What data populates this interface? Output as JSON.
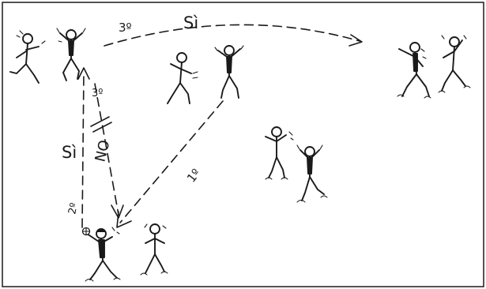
{
  "labels": {
    "top_pass_number": "3º",
    "top_pass_word": "Sì",
    "back_pass_number": "3º",
    "first_pass_number": "1º",
    "second_pass_number": "2º",
    "up_pass_word": "Sì",
    "down_pass_word": "NO"
  },
  "colors": {
    "ink": "#1a1a1a",
    "paper": "#ffffff"
  },
  "icons": {
    "ball": "ball-icon",
    "player": "stick-figure-player-icon"
  }
}
